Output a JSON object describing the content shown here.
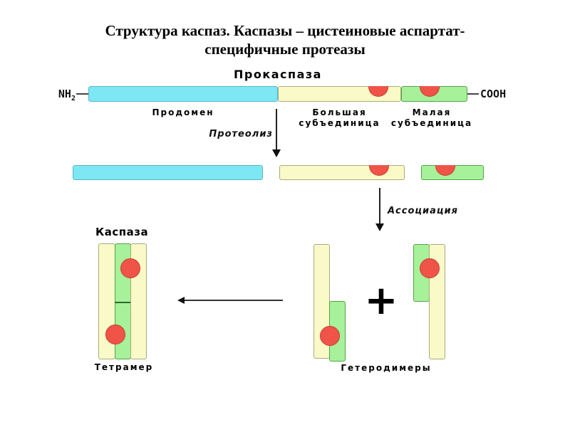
{
  "title": {
    "line1": "Структура  каспаз. Каспазы – цистеиновые аспартат-",
    "line2": "специфичные протеазы"
  },
  "procaspase": {
    "title": "Прокаспаза",
    "n_terminus_base": "NH",
    "n_terminus_sub": "2",
    "c_terminus": "COOH",
    "prodomain_label": "Продомен",
    "large_subunit_label1": "Большая",
    "large_subunit_label2": "субъединица",
    "small_subunit_label1": "Малая",
    "small_subunit_label2": "субъединица"
  },
  "process": {
    "proteolysis_label": "Протеолиз",
    "association_label": "Ассоциация",
    "plus_sign": "+"
  },
  "caspase": {
    "title": "Каспаза",
    "tetramer_label": "Тетрамер",
    "heterodimers_label": "Гетеродимеры"
  },
  "colors": {
    "prodomain_fill": "#7DE7F4",
    "prodomain_border": "#58B6CC",
    "large_subunit_fill": "#FAFAC8",
    "large_subunit_border": "#A9A97E",
    "small_subunit_fill": "#A6F199",
    "small_subunit_border": "#55A24B",
    "active_site_fill": "#F05448",
    "active_site_border": "#C93B31",
    "text": "#000000"
  }
}
